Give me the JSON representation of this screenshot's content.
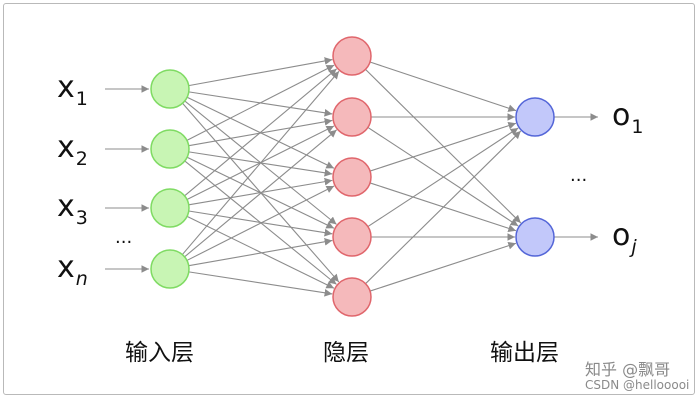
{
  "diagram": {
    "inputs": [
      {
        "base": "x",
        "sub": "1"
      },
      {
        "base": "x",
        "sub": "2"
      },
      {
        "base": "x",
        "sub": "3"
      },
      {
        "base": "x",
        "sub": "n"
      }
    ],
    "input_ellipsis": "...",
    "hidden_count": 5,
    "outputs": [
      {
        "base": "o",
        "sub": "1"
      },
      {
        "base": "o",
        "sub": "j"
      }
    ],
    "output_ellipsis": "...",
    "layer_labels": {
      "input": "输入层",
      "hidden": "隐层",
      "output": "输出层"
    },
    "colors": {
      "input_fill": "#c8f5b4",
      "input_stroke": "#7fdb63",
      "hidden_fill": "#f5b9bb",
      "hidden_stroke": "#e0666c",
      "output_fill": "#c2c8fa",
      "output_stroke": "#5466d8",
      "edge": "#8c8c8c"
    }
  },
  "watermark": {
    "zhihu": "知乎 @飘哥",
    "csdn": "CSDN @hellooooi"
  }
}
